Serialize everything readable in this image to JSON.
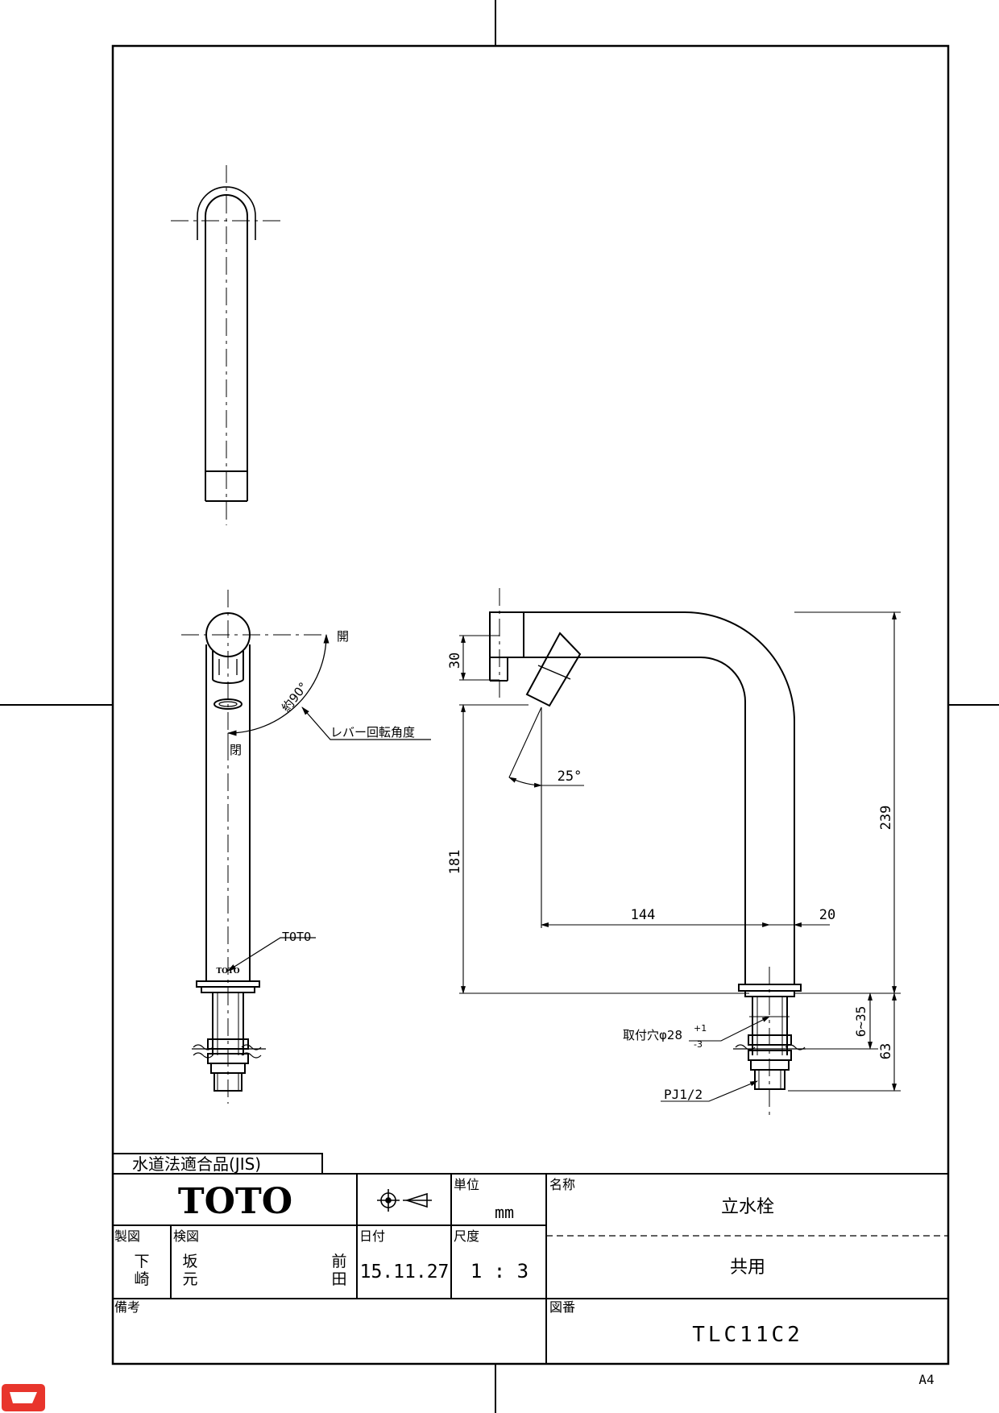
{
  "jis_label": "水道法適合品(JIS)",
  "brand": "TOTO",
  "title_block": {
    "unit_header": "単位",
    "unit_value": "mm",
    "name_header": "名称",
    "name_value": "立水栓",
    "subname_value": "共用",
    "drawn_header": "製図",
    "drawn_by": [
      "下",
      "崎"
    ],
    "checked_header": "検図",
    "checked_by_1": [
      "坂",
      "元"
    ],
    "checked_by_2": [
      "前",
      "田"
    ],
    "date_header": "日付",
    "date_value": "15.11.27",
    "scale_header": "尺度",
    "scale_value": "1 : 3",
    "remarks_header": "備考",
    "drawing_no_header": "図番",
    "drawing_no_value": "TLC11C2"
  },
  "paper_size": "A4",
  "annotations": {
    "open": "開",
    "close": "閉",
    "rotation_angle": "約90°",
    "lever_rotation": "レバー回転角度",
    "logo_marker": "TOTO",
    "spout_angle": "25°",
    "mount_hole": "取付穴φ28",
    "mount_hole_tol_plus": "+1",
    "mount_hole_tol_minus": "-3",
    "thread": "PJ1/2"
  },
  "dimensions": {
    "d30": "30",
    "d181": "181",
    "d144": "144",
    "d20": "20",
    "d239": "239",
    "d6_35": "6~35",
    "d63": "63"
  }
}
